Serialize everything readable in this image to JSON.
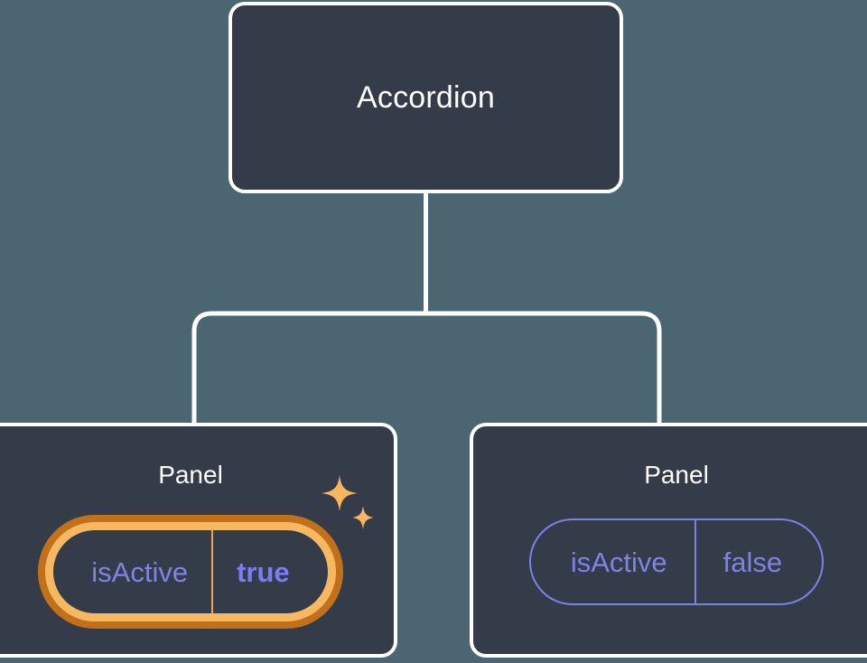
{
  "diagram": {
    "type": "component-tree",
    "background_color": "#4c6671",
    "node_fill_color": "#343b49",
    "node_border_color": "#ffffff",
    "edge_color": "#ffffff",
    "highlight_colors": {
      "outer_ring": "#c2711a",
      "inner_ring": "#f6b961",
      "sparkle": "#f8b65e"
    },
    "prop_colors": {
      "key_text": "#7f83e3",
      "value_text_active": "#7a7ef2",
      "value_text_inactive": "#7f83e3",
      "pill_border": "#7d81e8"
    }
  },
  "root": {
    "title": "Accordion"
  },
  "children": [
    {
      "title": "Panel",
      "highlighted": true,
      "props": [
        {
          "key": "isActive",
          "value": "true"
        }
      ],
      "sparkle_icon": "sparkles-icon"
    },
    {
      "title": "Panel",
      "highlighted": false,
      "props": [
        {
          "key": "isActive",
          "value": "false"
        }
      ]
    }
  ]
}
